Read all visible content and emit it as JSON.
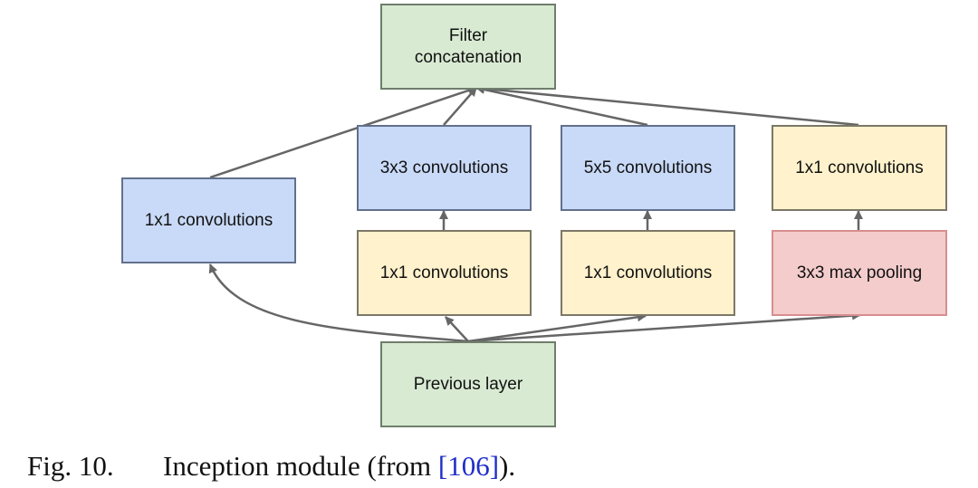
{
  "colors": {
    "green_fill": "#d9ead3",
    "green_border": "#6e7e6b",
    "blue_fill": "#c9daf8",
    "blue_border": "#62708c",
    "yellow_fill": "#fff2cc",
    "yellow_border": "#7c7766",
    "red_fill": "#f4cccc",
    "red_border": "#d88e8e",
    "arrow": "#666666",
    "citation_link": "#1f2fc8"
  },
  "nodes": {
    "filter_concat": "Filter\nconcatenation",
    "conv1x1_left": "1x1 convolutions",
    "conv3x3": "3x3 convolutions",
    "conv5x5": "5x5 convolutions",
    "conv1x1_pool": "1x1 convolutions",
    "conv1x1_before_3x3": "1x1 convolutions",
    "conv1x1_before_5x5": "1x1 convolutions",
    "maxpool3x3": "3x3 max pooling",
    "previous_layer": "Previous layer"
  },
  "caption": {
    "figure_number": "Fig. 10.",
    "text": "Inception module (from ",
    "citation": "[106]",
    "suffix": ")."
  }
}
